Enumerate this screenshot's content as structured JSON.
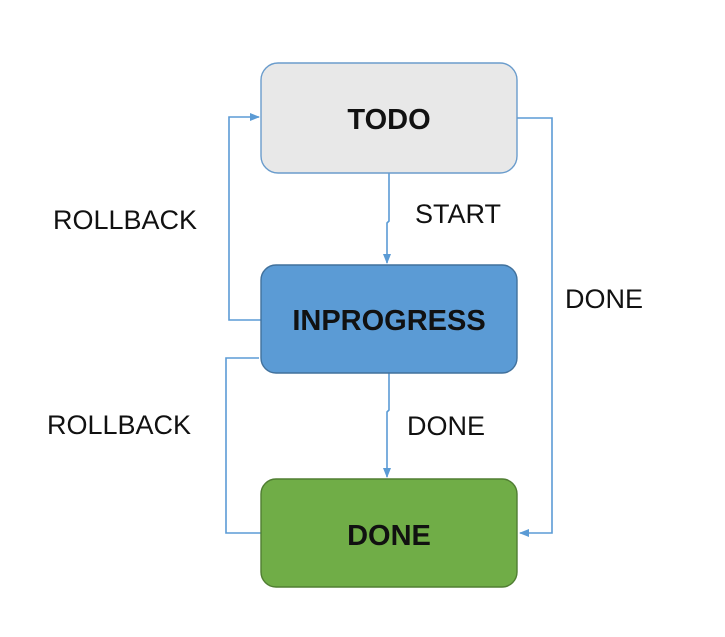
{
  "colors": {
    "arrow": "#5b9bd5",
    "todo_fill": "#e8e8e8",
    "todo_stroke": "#6a9ccc",
    "inprogress_fill": "#5b9bd5",
    "inprogress_stroke": "#41719c",
    "done_fill": "#70ad47",
    "done_stroke": "#507e32"
  },
  "nodes": {
    "todo": "TODO",
    "inprogress": "INPROGRESS",
    "done": "DONE"
  },
  "edges": {
    "start": "START",
    "inprogress_to_done": "DONE",
    "todo_to_done": "DONE",
    "rollback_from_inprogress": "ROLLBACK",
    "rollback_from_done": "ROLLBACK"
  }
}
